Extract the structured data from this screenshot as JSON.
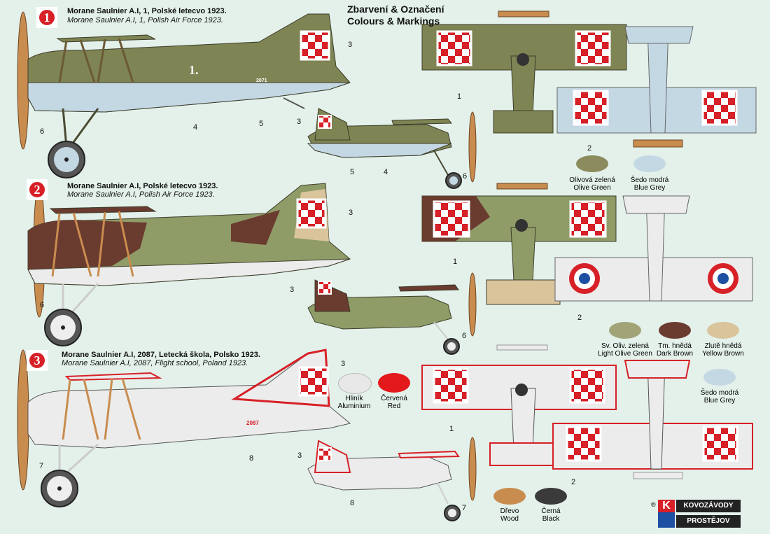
{
  "header": {
    "title_cz": "Zbarvení & Označení",
    "title_en": "Colours & Markings"
  },
  "profiles": [
    {
      "number": "1",
      "title": "Morane Saulnier A.I, 1, Polské letecvo 1923.",
      "subtitle": "Morane Saulnier A.I, 1, Polish Air Force 1923.",
      "fuselage_marking": "1.",
      "serial": "2071"
    },
    {
      "number": "2",
      "title": "Morane Saulnier A.I, Polské letecvo 1923.",
      "subtitle": "Morane Saulnier A.I, Polish Air Force 1923."
    },
    {
      "number": "3",
      "title": "Morane Saulnier A.I, 2087, Letecká škola, Polsko 1923.",
      "subtitle": "Morane Saulnier A.I, 2087, Flight school, Poland 1923.",
      "serial": "2087"
    }
  ],
  "callouts": {
    "n1": "1",
    "n2": "2",
    "n3": "3",
    "n4": "4",
    "n5": "5",
    "n6": "6",
    "n7": "7",
    "n8": "8"
  },
  "swatches": [
    {
      "cz": "Olivová zelená",
      "en": "Olive Green",
      "color": "#8b8b5e"
    },
    {
      "cz": "Šedo modrá",
      "en": "Blue Grey",
      "color": "#c4d8e4"
    },
    {
      "cz": "Sv. Oliv. zelená",
      "en": "Light Olive Green",
      "color": "#a2a477"
    },
    {
      "cz": "Tm. hnědá",
      "en": "Dark Brown",
      "color": "#6a3b2f"
    },
    {
      "cz": "Zlutě hnědá",
      "en": "Yellow Brown",
      "color": "#d9c49c"
    },
    {
      "cz": "Hliník",
      "en": "Aluminium",
      "color": "#e8e8e8"
    },
    {
      "cz": "Červená",
      "en": "Red",
      "color": "#e3191c"
    },
    {
      "cz": "Šedo modrá",
      "en": "Blue Grey",
      "color": "#c4d8e4"
    },
    {
      "cz": "Dřevo",
      "en": "Wood",
      "color": "#c98c4f"
    },
    {
      "cz": "Černá",
      "en": "Black",
      "color": "#3a3a3a"
    }
  ],
  "logo": {
    "line1": "KOVOZÁVODY",
    "line2": "PROSTĚJOV",
    "mark": "K",
    "registered": "®"
  },
  "colors": {
    "background": "#e3f1ea",
    "olive": "#7e8453",
    "blue_grey": "#c4d8e4",
    "camo_green": "#8f9c68",
    "camo_brown": "#6a3b2f",
    "camo_sand": "#d9c49c",
    "aluminium": "#ececec",
    "red": "#d72027",
    "wood": "#c98c4f"
  }
}
